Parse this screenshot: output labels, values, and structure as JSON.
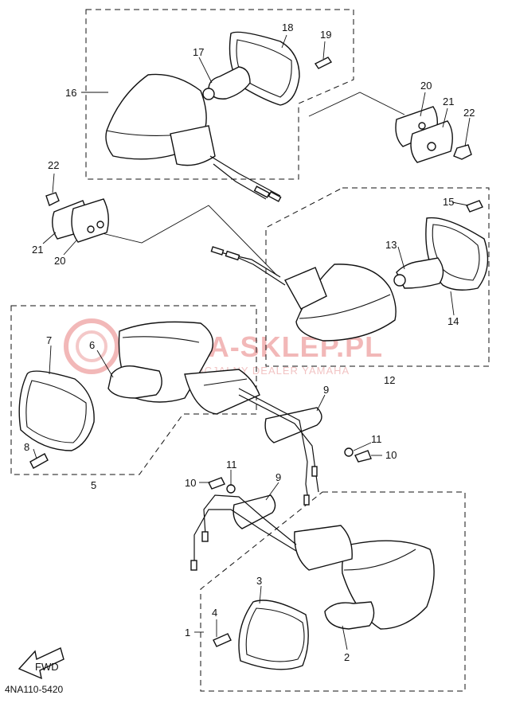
{
  "diagram": {
    "code": "4NA110-5420",
    "fwd_label": "FWD",
    "watermark": {
      "brand": "YAMA-SKLEP.PL",
      "subtitle": "OFICJALNY DEALER YAMAHA"
    },
    "callouts": [
      {
        "id": "c1",
        "text": "1"
      },
      {
        "id": "c2",
        "text": "2"
      },
      {
        "id": "c3",
        "text": "3"
      },
      {
        "id": "c4",
        "text": "4"
      },
      {
        "id": "c5",
        "text": "5"
      },
      {
        "id": "c6",
        "text": "6"
      },
      {
        "id": "c7",
        "text": "7"
      },
      {
        "id": "c8",
        "text": "8"
      },
      {
        "id": "c9a",
        "text": "9"
      },
      {
        "id": "c9b",
        "text": "9"
      },
      {
        "id": "c10a",
        "text": "10"
      },
      {
        "id": "c10b",
        "text": "10"
      },
      {
        "id": "c11a",
        "text": "11"
      },
      {
        "id": "c11b",
        "text": "11"
      },
      {
        "id": "c12",
        "text": "12"
      },
      {
        "id": "c13",
        "text": "13"
      },
      {
        "id": "c14",
        "text": "14"
      },
      {
        "id": "c15",
        "text": "15"
      },
      {
        "id": "c16",
        "text": "16"
      },
      {
        "id": "c17",
        "text": "17"
      },
      {
        "id": "c18",
        "text": "18"
      },
      {
        "id": "c19",
        "text": "19"
      },
      {
        "id": "c20a",
        "text": "20"
      },
      {
        "id": "c20b",
        "text": "20"
      },
      {
        "id": "c21a",
        "text": "21"
      },
      {
        "id": "c21b",
        "text": "21"
      },
      {
        "id": "c22a",
        "text": "22"
      },
      {
        "id": "c22b",
        "text": "22"
      }
    ]
  }
}
